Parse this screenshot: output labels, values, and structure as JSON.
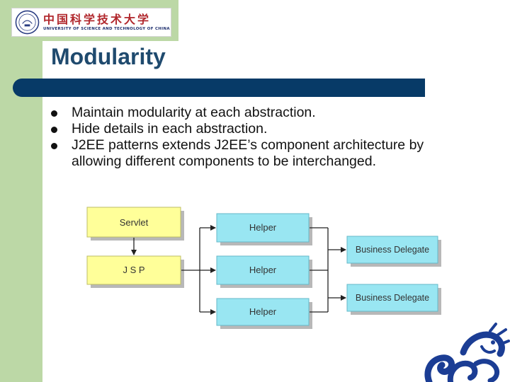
{
  "logo": {
    "chinese_name": "中国科学技术大学",
    "english_name": "UNIVERSITY OF SCIENCE AND TECHNOLOGY OF CHINA"
  },
  "slide": {
    "title": "Modularity",
    "bullets": [
      "Maintain modularity at each abstraction.",
      "Hide details in each abstraction.",
      "J2EE patterns extends J2EE’s component architecture by allowing different components to be interchanged."
    ]
  },
  "diagram": {
    "nodes": {
      "servlet": "Servlet",
      "jsp": "J S P",
      "helper_1": "Helper",
      "helper_2": "Helper",
      "helper_3": "Helper",
      "business_delegate_1": "Business Delegate",
      "business_delegate_2": "Business Delegate"
    },
    "colors": {
      "view_box_fill": "#ffff99",
      "helper_box_fill": "#99e6f2",
      "shadow": "#b8b8b8",
      "connector": "#222222",
      "title_bar": "#073a67",
      "green_band": "#bcd8a6",
      "title_text": "#1f4a6e",
      "dragon": "#1b3d94"
    }
  }
}
